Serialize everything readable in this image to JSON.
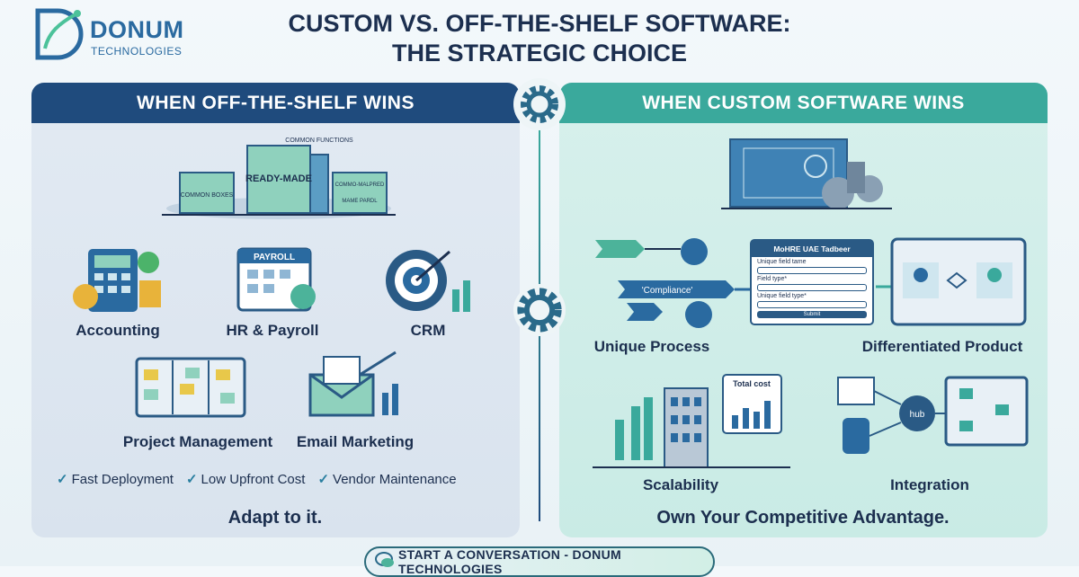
{
  "logo": {
    "brand": "DONUM",
    "sub": "TECHNOLOGIES"
  },
  "title": {
    "line1": "CUSTOM VS. OFF-THE-SHELF SOFTWARE:",
    "line2": "THE STRATEGIC CHOICE"
  },
  "left": {
    "heading": "WHEN OFF-THE-SHELF WINS",
    "boxes": [
      "COMMON BOXES",
      "READY-MADE",
      "COMMON FUNCTIONS",
      "COMMO-MALPRED",
      "MAME PARDL"
    ],
    "items": [
      "Accounting",
      "HR & Payroll",
      "CRM",
      "Project Management",
      "Email Marketing"
    ],
    "payroll_label": "PAYROLL",
    "checks": [
      "Fast Deployment",
      "Low Upfront Cost",
      "Vendor Maintenance"
    ],
    "tagline": "Adapt to it."
  },
  "right": {
    "heading": "WHEN CUSTOM SOFTWARE WINS",
    "compliance": "'Compliance'",
    "form": {
      "title": "MoHRE UAE Tadbeer",
      "field1": "Unique field tame",
      "field2": "Field type*",
      "field3": "Unique field type*",
      "submit": "Submit"
    },
    "total_cost": "Total cost",
    "hub": "hub",
    "items": [
      "Unique Process",
      "Differentiated Product",
      "Scalability",
      "Integration"
    ],
    "tagline": "Own Your Competitive Advantage."
  },
  "cta": "START A CONVERSATION - DONUM TECHNOLOGIES",
  "colors": {
    "navy": "#1f4b7d",
    "teal": "#3aa99c",
    "text": "#1c2f4f"
  }
}
